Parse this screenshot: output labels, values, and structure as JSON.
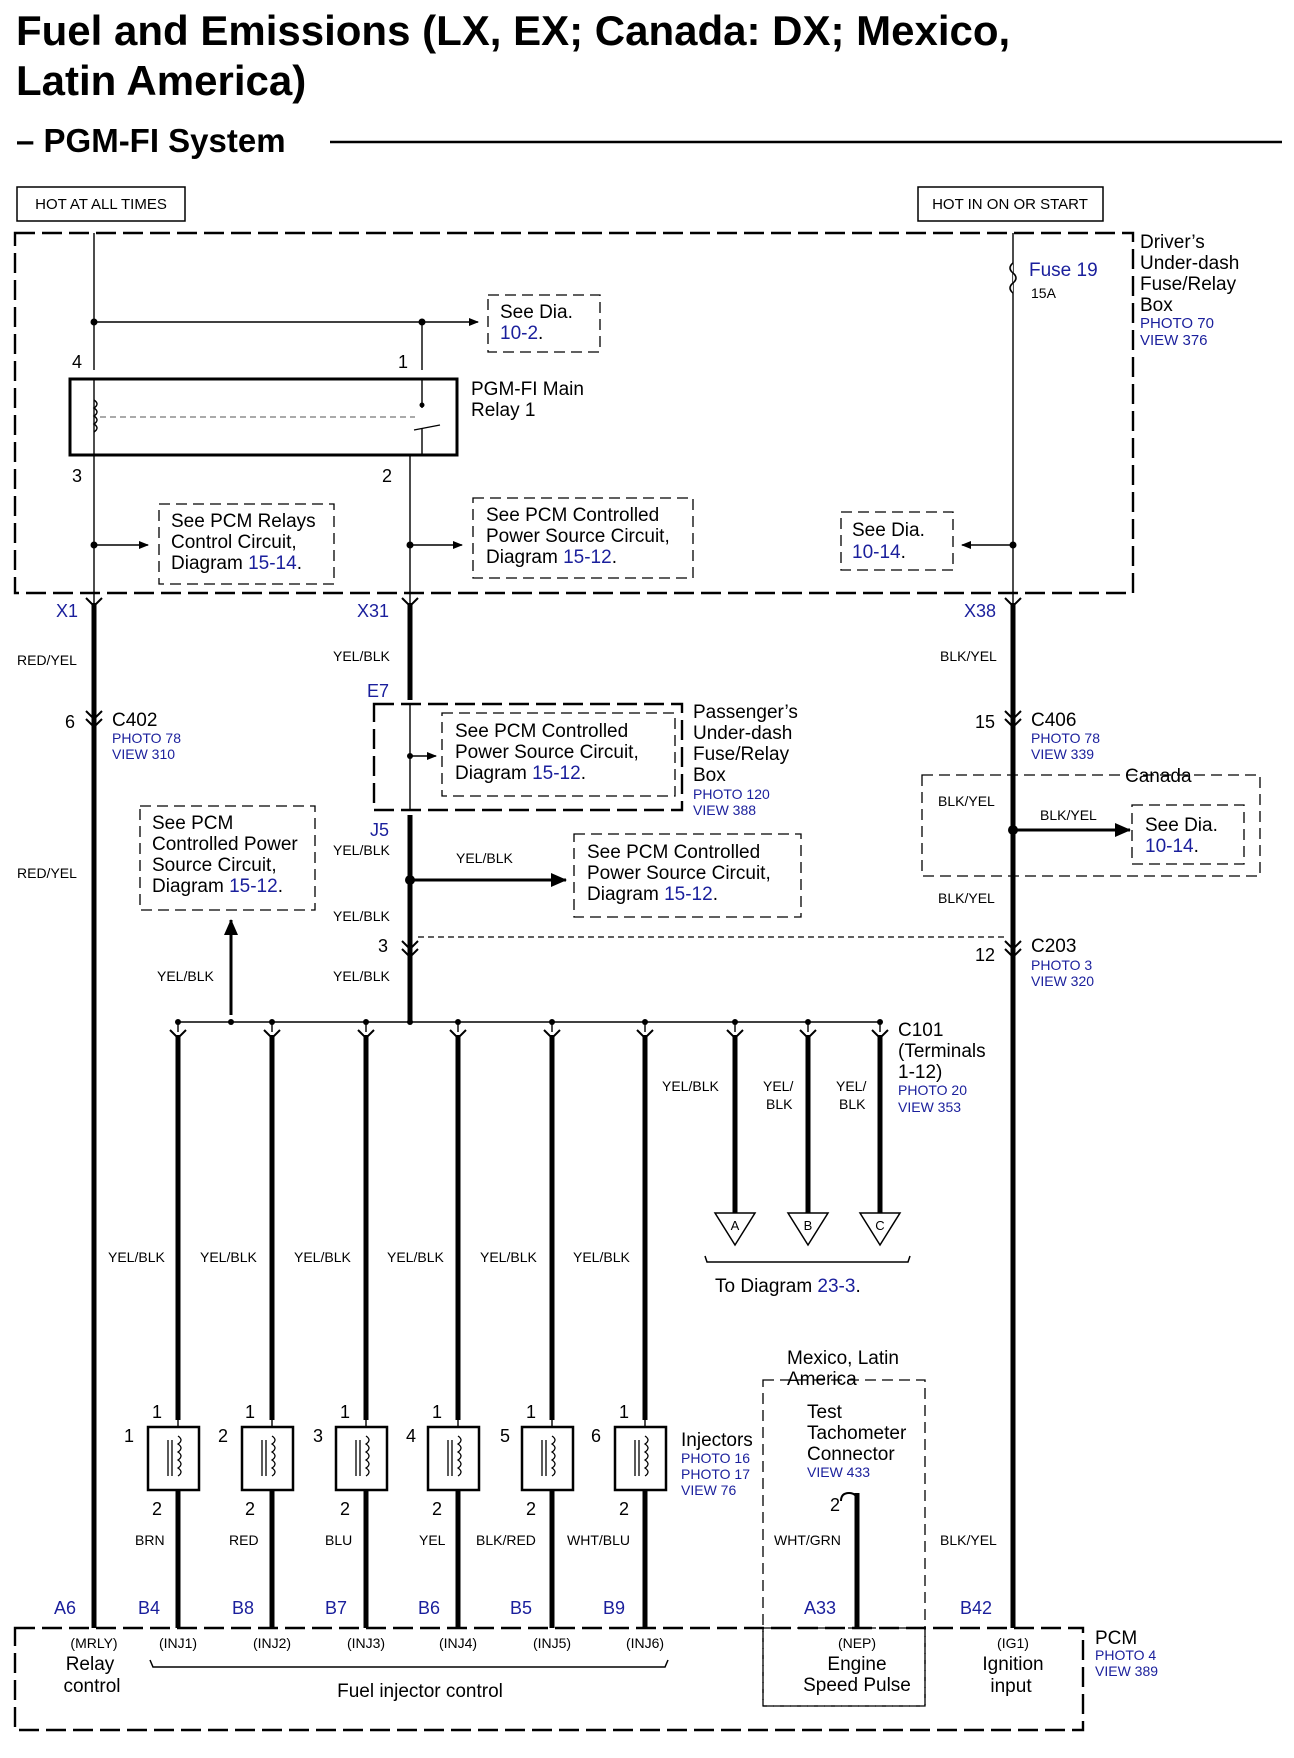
{
  "title": {
    "line1": "Fuel and Emissions (LX, EX; Canada: DX; Mexico,",
    "line2": "Latin America)"
  },
  "subtitle": "– PGM-FI System",
  "power": {
    "hot_at_all_times": "HOT AT ALL TIMES",
    "hot_in_on_or_start": "HOT IN ON OR START"
  },
  "drivers_box": {
    "line1": "Driver’s",
    "line2": "Under-dash",
    "line3": "Fuse/Relay",
    "line4": "Box",
    "photo": "PHOTO 70",
    "view": "VIEW 376"
  },
  "fuse": {
    "label": "Fuse 19",
    "rating": "15A"
  },
  "relay": {
    "line1": "PGM-FI Main",
    "line2": "Relay 1",
    "pin4": "4",
    "pin1": "1",
    "pin3": "3",
    "pin2": "2"
  },
  "refs": {
    "see_dia_10_2": {
      "text": "See Dia.",
      "link": "10-2",
      "dot": "."
    },
    "pcm_relays": {
      "l1": "See PCM Relays",
      "l2": "Control Circuit,",
      "l3": "Diagram ",
      "link": "15-14",
      "dot": "."
    },
    "pcm_power_1": {
      "l1": "See PCM Controlled",
      "l2": "Power Source Circuit,",
      "l3": "Diagram ",
      "link": "15-12",
      "dot": "."
    },
    "see_dia_10_14_a": {
      "text": "See Dia.",
      "link": "10-14",
      "dot": "."
    },
    "pcm_power_2": {
      "l1": "See PCM Controlled",
      "l2": "Power Source Circuit,",
      "l3": "Diagram ",
      "link": "15-12",
      "dot": "."
    },
    "pcm_power_3": {
      "l1": "See PCM",
      "l2": "Controlled Power",
      "l3": "Source Circuit,",
      "l4": "Diagram ",
      "link": "15-12",
      "dot": "."
    },
    "pcm_power_4": {
      "l1": "See PCM Controlled",
      "l2": "Power Source Circuit,",
      "l3": "Diagram ",
      "link": "15-12",
      "dot": "."
    },
    "see_dia_10_14_b": {
      "text": "See Dia.",
      "link": "10-14",
      "dot": "."
    }
  },
  "terminals": {
    "x1": "X1",
    "x31": "X31",
    "x38": "X38",
    "e7": "E7",
    "j5": "J5"
  },
  "wires": {
    "red_yel": "RED/YEL",
    "yel_blk": "YEL/BLK",
    "blk_yel": "BLK/YEL",
    "yel": "YEL/",
    "blk": "BLK",
    "brn": "BRN",
    "red": "RED",
    "blu": "BLU",
    "yel_only": "YEL",
    "blk_red": "BLK/RED",
    "wht_blu": "WHT/BLU",
    "wht_grn": "WHT/GRN"
  },
  "c402": {
    "name": "C402",
    "pin": "6",
    "photo": "PHOTO 78",
    "view": "VIEW 310"
  },
  "c406": {
    "name": "C406",
    "pin": "15",
    "photo": "PHOTO 78",
    "view": "VIEW 339"
  },
  "c203": {
    "name": "C203",
    "pin_left": "3",
    "pin_right": "12",
    "photo": "PHOTO 3",
    "view": "VIEW 320"
  },
  "c101": {
    "name": "C101",
    "l2": "(Terminals",
    "l3": "1-12)",
    "photo": "PHOTO 20",
    "view": "VIEW 353"
  },
  "passenger_box": {
    "line1": "Passenger’s",
    "line2": "Under-dash",
    "line3": "Fuse/Relay",
    "line4": "Box",
    "photo": "PHOTO 120",
    "view": "VIEW 388"
  },
  "canada": "Canada",
  "to_diagram": {
    "text": "To Diagram ",
    "link": "23-3",
    "dot": ".",
    "a": "A",
    "b": "B",
    "c": "C"
  },
  "injectors": {
    "label": "Injectors",
    "photo1": "PHOTO 16",
    "photo2": "PHOTO 17",
    "view": "VIEW 76",
    "numbers": [
      "1",
      "2",
      "3",
      "4",
      "5",
      "6"
    ],
    "pin_top": "1",
    "pin_bottom": "2"
  },
  "mexico": {
    "l1": "Mexico, Latin",
    "l2": "America"
  },
  "test_tach": {
    "l1": "Test",
    "l2": "Tachometer",
    "l3": "Connector",
    "view": "VIEW 433",
    "pin": "2"
  },
  "pcm": {
    "label": "PCM",
    "photo": "PHOTO 4",
    "view": "VIEW 389",
    "pins": [
      "A6",
      "B4",
      "B8",
      "B7",
      "B6",
      "B5",
      "B9",
      "A33",
      "B42"
    ],
    "inj": [
      "(INJ1)",
      "(INJ2)",
      "(INJ3)",
      "(INJ4)",
      "(INJ5)",
      "(INJ6)"
    ],
    "mrly": "(MRLY)",
    "relay": "Relay",
    "control": "control",
    "nep": "(NEP)",
    "engine": "Engine",
    "speed": "Speed Pulse",
    "ig1": "(IG1)",
    "ignition": "Ignition",
    "input": "input",
    "fuel_injector_control": "Fuel injector control"
  }
}
